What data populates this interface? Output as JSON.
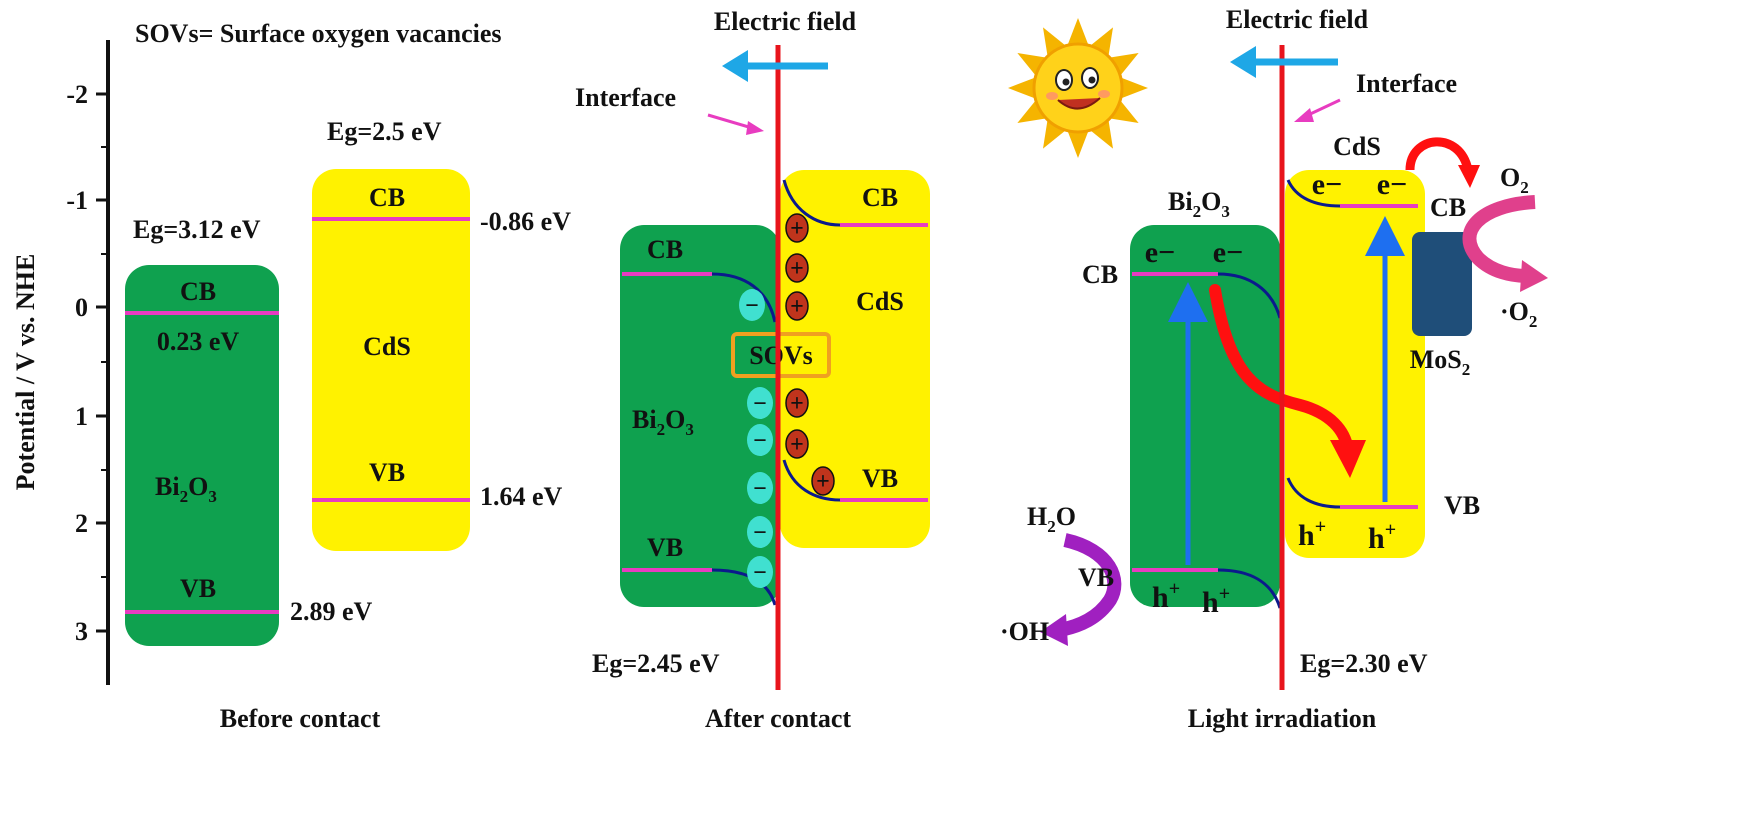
{
  "colors": {
    "bi2o3": "#0fa14f",
    "cds": "#fff200",
    "band_line": "#e83cc0",
    "interface_line": "#e8141c",
    "field_arrow": "#1ea7e6",
    "bend_curve": "#0b1a8c",
    "hole_ball": "#c0341c",
    "electron_ball": "#40e0d0",
    "mos2": "#1f4e79",
    "sovs_box": "#f0a020",
    "transfer_arrow": "#ff1010",
    "excite_arrow": "#1e6ff0",
    "h2o_arrow": "#a020c0",
    "o2_arrow": "#e0408c"
  },
  "axis": {
    "label": "Potential / V vs. NHE",
    "ticks": [
      "-2",
      "-1",
      "0",
      "1",
      "2",
      "3"
    ]
  },
  "legend_note": "SOVs= Surface oxygen vacancies",
  "panel1": {
    "caption": "Before contact",
    "bi2o3": {
      "name_main": "Bi",
      "sub1": "2",
      "name_o": "O",
      "sub2": "3",
      "cb": "CB",
      "vb": "VB",
      "cb_value": "0.23 eV",
      "vb_value": "2.89 eV",
      "eg": "Eg=3.12 eV"
    },
    "cds": {
      "name": "CdS",
      "cb": "CB",
      "vb": "VB",
      "cb_value": "-0.86 eV",
      "vb_value": "1.64 eV",
      "eg": "Eg=2.5 eV"
    }
  },
  "panel2": {
    "caption": "After contact",
    "field_label": "Electric field",
    "interface_label": "Interface",
    "sovs": "SOVs",
    "eg": "Eg=2.45 eV",
    "bi2o3": {
      "name_main": "Bi",
      "sub1": "2",
      "name_o": "O",
      "sub2": "3",
      "cb": "CB",
      "vb": "VB"
    },
    "cds": {
      "name": "CdS",
      "cb": "CB",
      "vb": "VB"
    },
    "minus": "−",
    "plus": "+"
  },
  "panel3": {
    "caption": "Light irradiation",
    "field_label": "Electric field",
    "interface_label": "Interface",
    "eg": "Eg=2.30 eV",
    "bi2o3": {
      "name_main": "Bi",
      "sub1": "2",
      "name_o": "O",
      "sub2": "3",
      "cb": "CB",
      "vb": "VB"
    },
    "cds": {
      "name": "CdS",
      "cb": "CB",
      "vb": "VB"
    },
    "mos2": {
      "main": "MoS",
      "sub": "2"
    },
    "electron": "e−",
    "hole_main": "h",
    "hole_sup": "+",
    "h2o": {
      "main": "H",
      "sub": "2",
      "tail": "O"
    },
    "oh": {
      "dot": "·",
      "main": "OH"
    },
    "o2": {
      "main": "O",
      "sub": "2"
    },
    "o2_radical": {
      "dot": "·",
      "main": "O",
      "sub": "2"
    }
  }
}
